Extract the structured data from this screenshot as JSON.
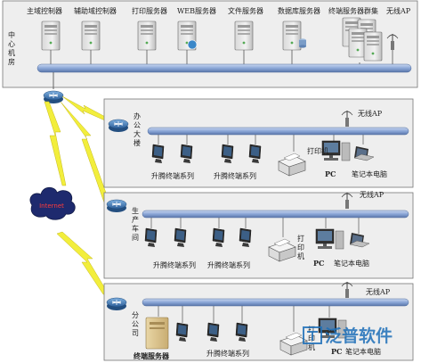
{
  "data_center": {
    "label": "中心机房",
    "servers": [
      "主域控制器",
      "辅助域控制器",
      "打印服务器",
      "WEB服务器",
      "文件服务器",
      "数据库服务器",
      "终端服务器群集"
    ],
    "wireless_ap": "无线AP"
  },
  "cloud_label": "Internet",
  "branches": [
    {
      "id": "office",
      "name": "办公大楼",
      "wireless_ap": "无线AP",
      "terminal_series": [
        "升腾终端系列",
        "升腾终端系列"
      ],
      "printer": "打印机",
      "pc": "PC",
      "laptop": "笔记本电脑"
    },
    {
      "id": "workshop",
      "name": "生产车间",
      "wireless_ap": "无线AP",
      "terminal_series": [
        "升腾终端系列",
        "升腾终端系列"
      ],
      "printer": "打印机",
      "pc": "PC",
      "laptop": "笔记本电脑"
    },
    {
      "id": "branch",
      "name": "分公司",
      "wireless_ap": "无线AP",
      "server": "终端服务器",
      "terminal_series": [
        "升腾终端系列"
      ],
      "printer": "打印机",
      "pc": "PC",
      "laptop": "笔记本电脑"
    }
  ],
  "watermark": "泛普软件",
  "colors": {
    "panel_bg": "#eeeeee",
    "panel_border": "#777777",
    "bus_blue": "#7f9fd0",
    "router_blue": "#3f78b5",
    "lightning": "#f2ee3c",
    "cloud": "#1e2a6e",
    "watermark_blue": "#1d6fb8"
  }
}
